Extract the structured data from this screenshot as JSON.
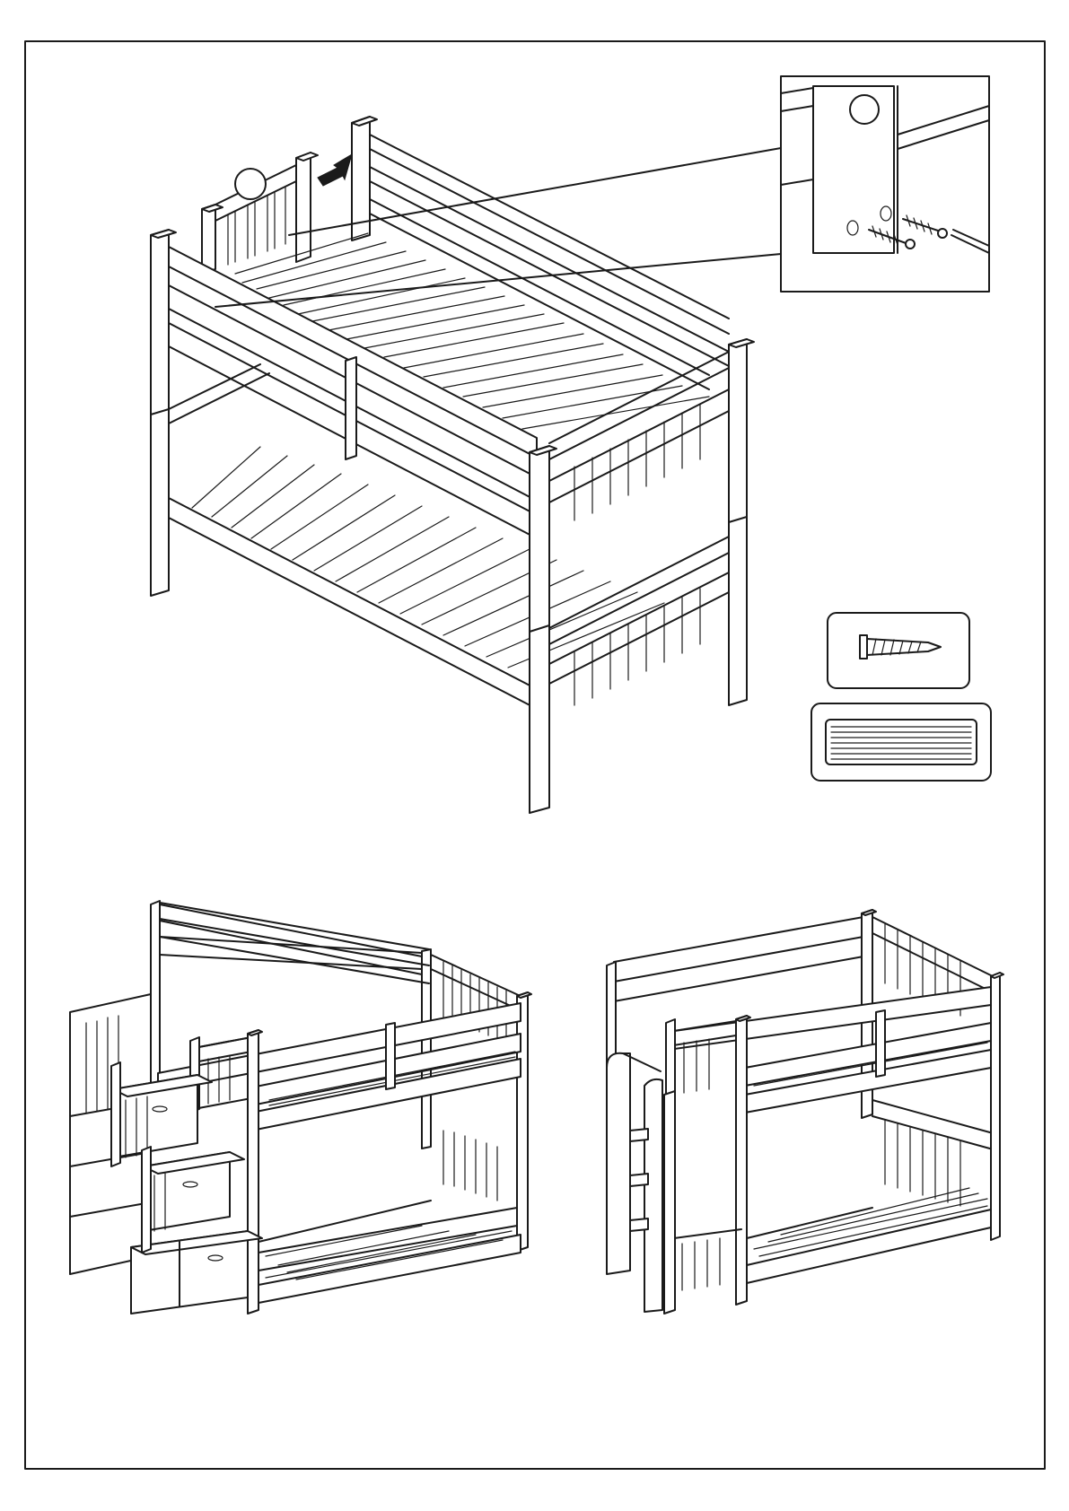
{
  "sheet": {
    "background": "#ffffff",
    "line_color": "#1a1a1a"
  },
  "figures": {
    "main": {
      "kind": "bunk-bed-assembly",
      "callout_marker": ""
    },
    "detail": {
      "kind": "screw-fastening-detail",
      "marker": ""
    },
    "hardware": [
      {
        "kind": "countersunk-screw"
      },
      {
        "kind": "wood-dowel"
      }
    ],
    "variants": [
      {
        "kind": "bunk-bed-with-staircase-drawers"
      },
      {
        "kind": "bunk-bed-with-ladder"
      }
    ]
  }
}
